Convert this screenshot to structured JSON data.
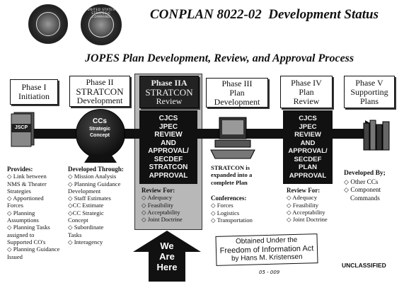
{
  "header": {
    "title": "CONPLAN 8022-02  Development Status",
    "subtitle": "JOPES Plan Development, Review, and Approval Process",
    "seal_left_text": "",
    "seal_right_text": "UNITED STATES STRATEGIC COMMAND"
  },
  "phases": [
    {
      "line1": "Phase I",
      "line2": "Initiation"
    },
    {
      "line1": "Phase II",
      "line2": "STRATCON",
      "line3": "Development"
    },
    {
      "line1": "Phase IIA",
      "line2": "STRATCON",
      "line3": "Review"
    },
    {
      "line1": "Phase III",
      "line2": "Plan",
      "line3": "Development"
    },
    {
      "line1": "Phase IV",
      "line2": "Plan",
      "line3": "Review"
    },
    {
      "line1": "Phase V",
      "line2": "Supporting",
      "line3": "Plans"
    }
  ],
  "jscp_label": "JSCP",
  "cc_concept": {
    "line1": "CCs",
    "line2": "Strategic",
    "line3": "Concept"
  },
  "review_iia": [
    "CJCS",
    "JPEC",
    "REVIEW",
    "AND",
    "APPROVAL/",
    "SECDEF",
    "STRATCON",
    "APPROVAL"
  ],
  "review_iv": [
    "CJCS",
    "JPEC",
    "REVIEW",
    "AND",
    "APPROVAL/",
    "SECDEF",
    "PLAN",
    "APPROVAL"
  ],
  "provides": {
    "header": "Provides:",
    "items": [
      "◇ Link between",
      "NMS & Theater",
      "Strategies",
      "◇ Apportioned",
      "Forces",
      "◇ Planning",
      "Assumptions",
      "◇ Planning Tasks",
      "assigned to",
      "Supported CO's",
      "◇ Planning Guidance",
      "Issued"
    ]
  },
  "developed_through": {
    "header": "Developed Through:",
    "items": [
      "◇ Mission Analysis",
      "◇ Planning Guidance",
      "Development",
      "◇ Staff Estimates",
      "◇CC Estimate",
      "◇CC Strategic",
      "Concept",
      "◇ Subordinate",
      "Tasks",
      "◇ Interagency"
    ]
  },
  "review_for_iia": {
    "header": "Review For:",
    "items": [
      "◇ Adequacy",
      "◇ Feasibility",
      "◇ Acceptability",
      "◇ Joint Doctrine"
    ]
  },
  "expanded": [
    "STRATCON is",
    "expanded into a",
    "complete Plan"
  ],
  "conferences": {
    "header": "Conferences:",
    "items": [
      "◇ Forces",
      "◇ Logistics",
      "◇ Transportation"
    ]
  },
  "review_for_iv": {
    "header": "Review For:",
    "items": [
      "◇ Adequacy",
      "◇ Feasibility",
      "◇ Acceptability",
      "◇ Joint Doctrine"
    ]
  },
  "developed_by": {
    "header": "Developed By;",
    "items": [
      "◇ Other CCs",
      "◇ Component",
      "Commands"
    ]
  },
  "we_are_here": [
    "We",
    "Are",
    "Here"
  ],
  "foia": [
    "Obtained Under the",
    "Freedom of Information Act",
    "by Hans M. Kristensen"
  ],
  "foia_number": "05 - 009",
  "classification": "UNCLASSIFIED"
}
